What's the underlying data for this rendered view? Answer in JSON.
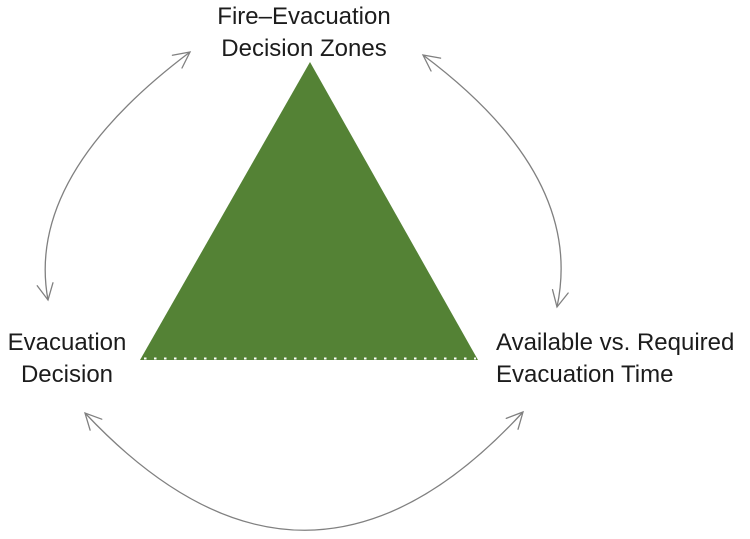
{
  "diagram": {
    "type": "cycle-triangle",
    "nodes": {
      "top": {
        "label": "Fire–Evacuation Decision Zones",
        "lines": [
          "Fire–Evacuation",
          "Decision Zones"
        ]
      },
      "bottom_left": {
        "label": "Evacuation Decision",
        "lines": [
          "Evacuation",
          "Decision"
        ]
      },
      "bottom_right": {
        "label": "Available vs. Required Evacuation Time",
        "lines": [
          "Available vs. Required",
          "Evacuation Time"
        ]
      }
    },
    "connectors": [
      {
        "from": "bottom_left",
        "to": "top",
        "double_headed": true
      },
      {
        "from": "top",
        "to": "bottom_right",
        "double_headed": true
      },
      {
        "from": "bottom_left",
        "to": "bottom_right",
        "double_headed": true
      }
    ]
  },
  "colors": {
    "triangle_fill": "#548235",
    "triangle_base_notch": "#ffffff",
    "arrow_stroke": "#808080",
    "text": "#1c1c1c",
    "background": "#ffffff"
  }
}
